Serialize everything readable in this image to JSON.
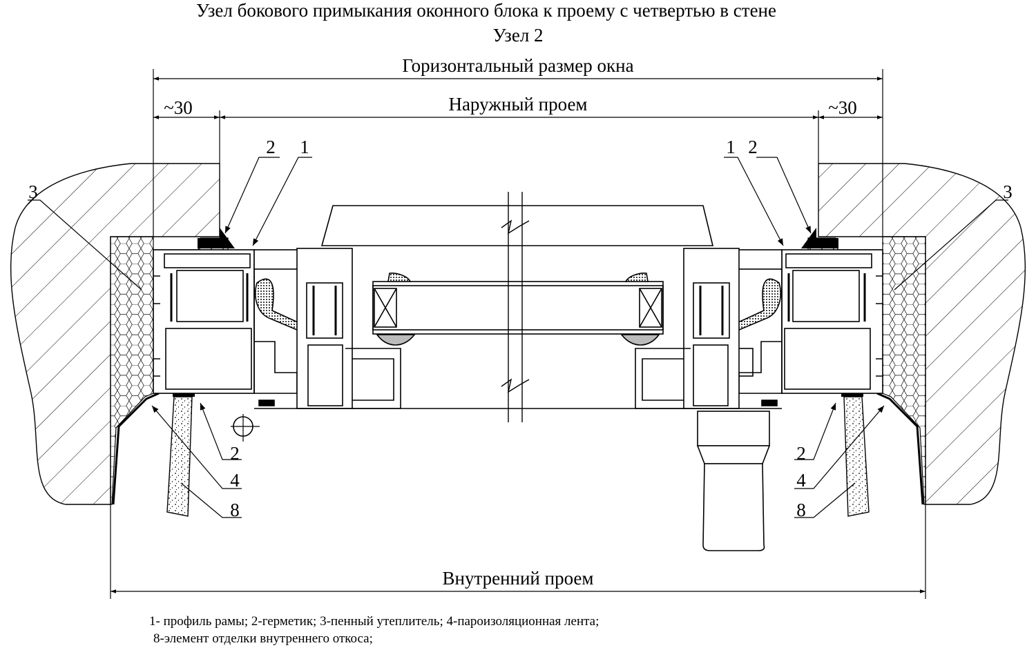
{
  "title": {
    "line1": "Узел бокового примыкания оконного блока к проему с четвертью в стене",
    "line2": "Узел 2"
  },
  "dimensions": {
    "window_width": "Горизонтальный размер окна",
    "outer_opening": "Наружный проем",
    "inner_opening": "Внутренний проем",
    "left_gap": "~30",
    "right_gap": "~30"
  },
  "callouts": {
    "left_top_sealant": "2",
    "left_top_frame": "1",
    "left_insulation": "3",
    "left_bottom_sealant": "2",
    "left_bottom_tape": "4",
    "left_bottom_finish": "8",
    "right_top_frame": "1",
    "right_top_sealant": "2",
    "right_insulation": "3",
    "right_bottom_sealant": "2",
    "right_bottom_tape": "4",
    "right_bottom_finish": "8"
  },
  "legend": {
    "line1": "1-  профиль рамы; 2-герметик; 3-пенный утеплитель; 4-пароизоляционная лента;",
    "line2": "8-элемент отделки внутреннего откоса;"
  }
}
